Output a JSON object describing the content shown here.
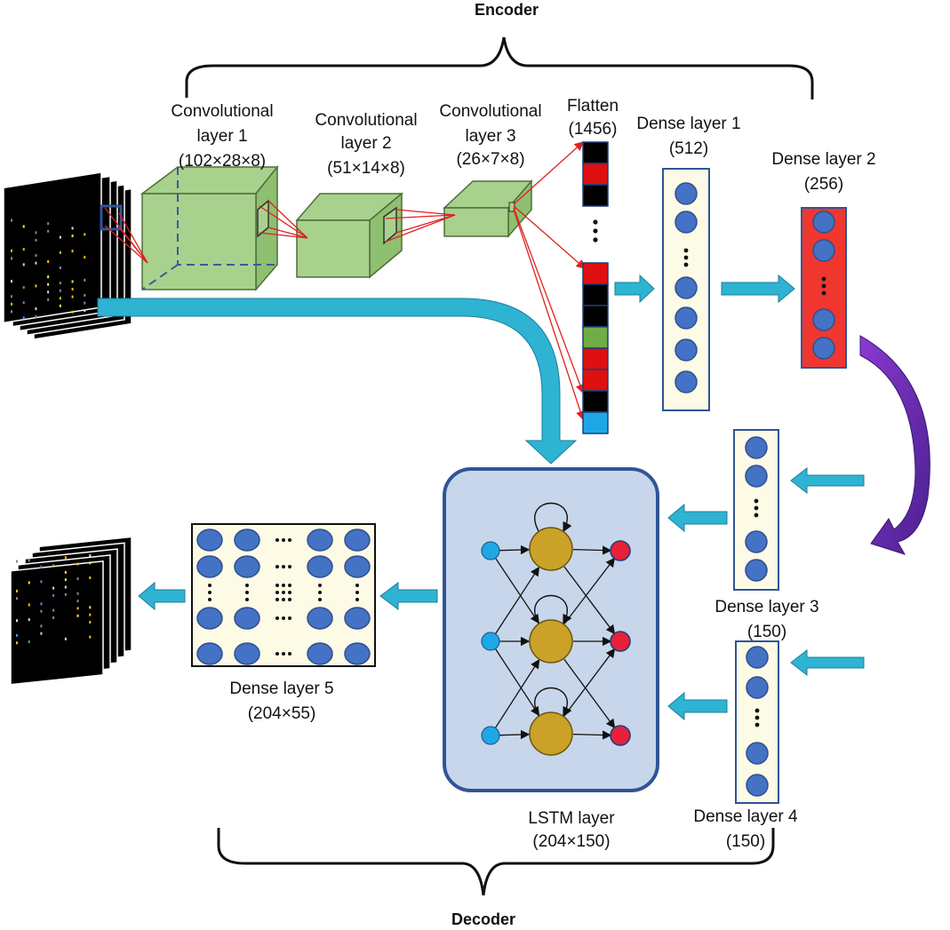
{
  "sections": {
    "encoder": "Encoder",
    "decoder": "Decoder"
  },
  "layers": {
    "conv1": {
      "name_line1": "Convolutional",
      "name_line2": "layer 1",
      "shape": "(102×28×8)"
    },
    "conv2": {
      "name_line1": "Convolutional",
      "name_line2": "layer 2",
      "shape": "(51×14×8)"
    },
    "conv3": {
      "name_line1": "Convolutional",
      "name_line2": "layer 3",
      "shape": "(26×7×8)"
    },
    "flatten": {
      "name": "Flatten",
      "size": "(1456)"
    },
    "dense1": {
      "name": "Dense layer 1",
      "size": "(512)"
    },
    "dense2": {
      "name": "Dense layer 2",
      "size": "(256)"
    },
    "dense3": {
      "name": "Dense layer 3",
      "size": "(150)"
    },
    "dense4": {
      "name": "Dense layer 4",
      "size": "(150)"
    },
    "dense5": {
      "name": "Dense layer 5",
      "size": "(204×55)"
    },
    "lstm": {
      "name": "LSTM layer",
      "size": "(204×150)"
    }
  },
  "colors": {
    "conv_block": "#a9d18e",
    "conv_edge": "#4f6e3a",
    "dense_panel": "#fdfae6",
    "dense2_panel": "#f0372f",
    "neuron": "#4472c4",
    "neuron_edge": "#2f4f8f",
    "lstm_panel": "#c7d6ea",
    "lstm_border": "#2f5597",
    "lstm_cell": "#c9a227",
    "lstm_input": "#1ea7e6",
    "lstm_output": "#e8203a",
    "arrow_teal": "#2fb3d3",
    "arrow_purple": "#6a2ea8",
    "connect_red": "#e02020",
    "flatten_cells": [
      "#000000",
      "#e01010",
      "#000000",
      "#e01010",
      "#000000",
      "#000000",
      "#70ad47",
      "#e01010",
      "#e01010",
      "#000000",
      "#1ea7e6"
    ]
  }
}
